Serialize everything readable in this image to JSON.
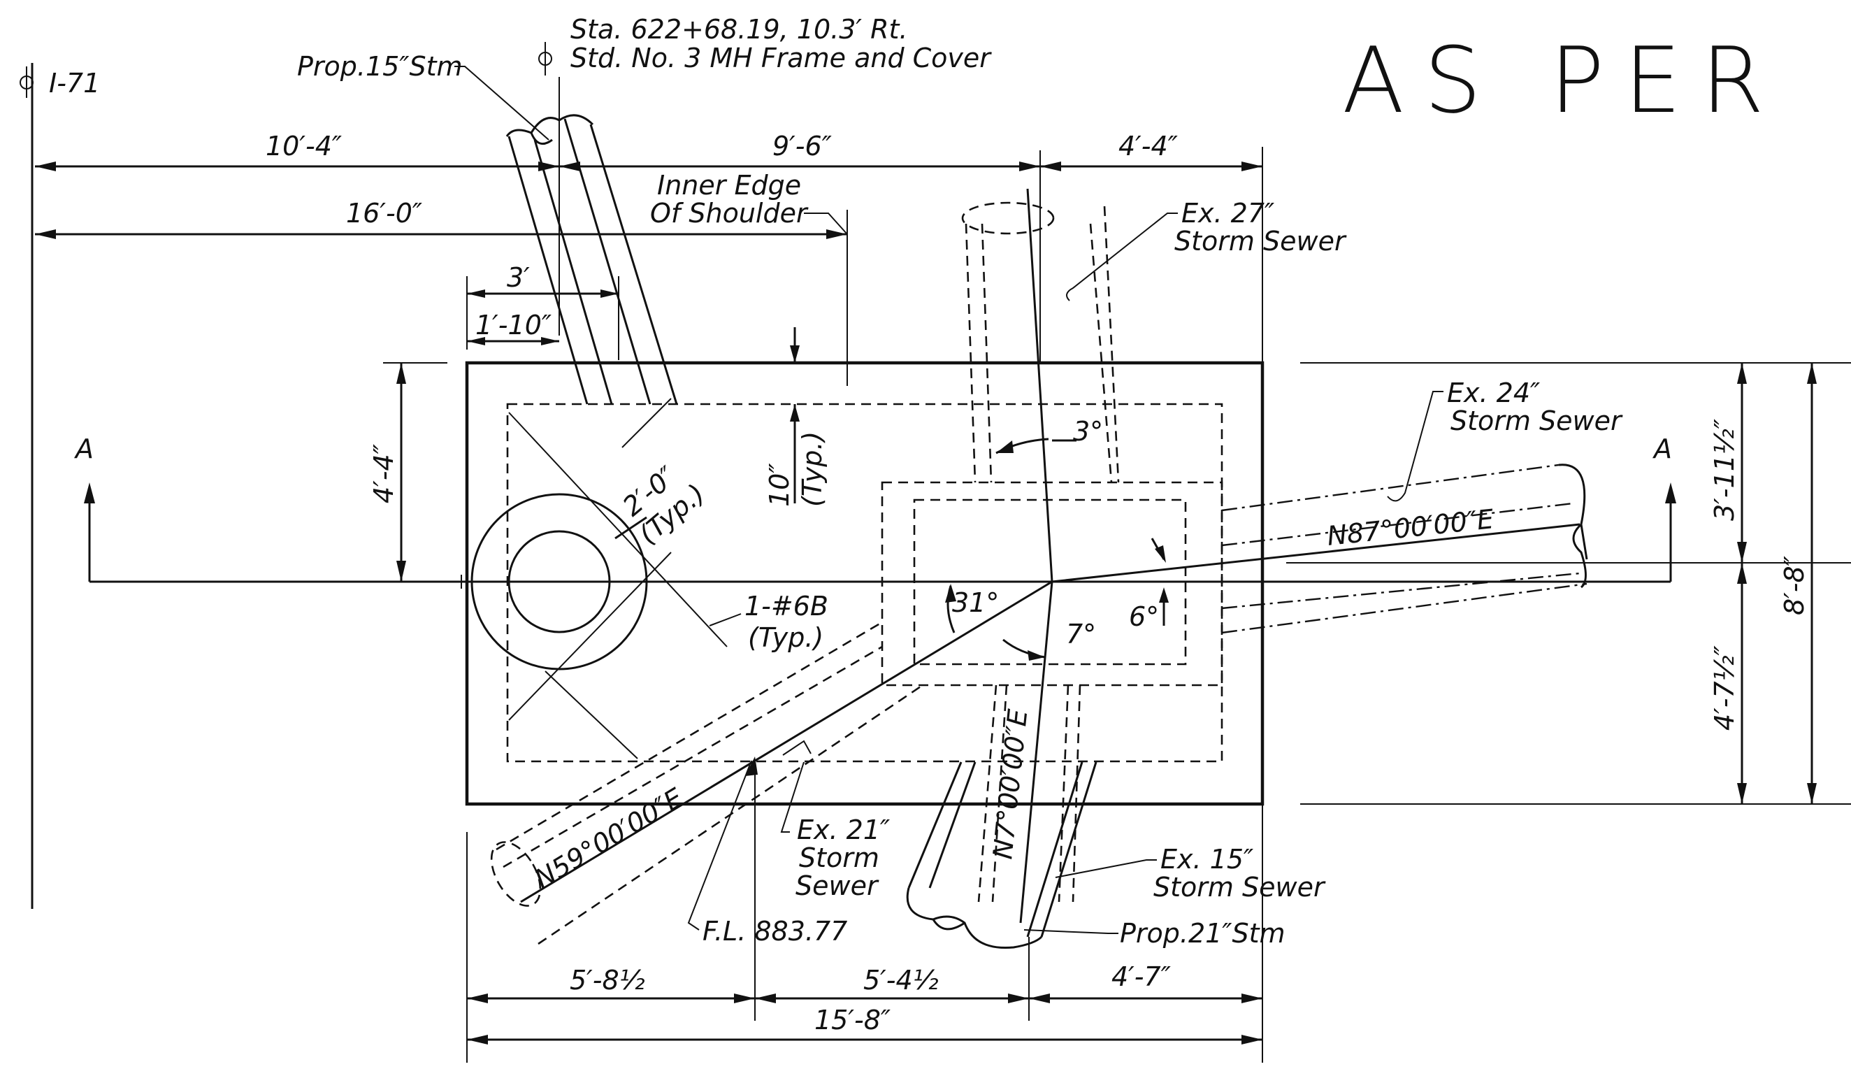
{
  "title": "AS PER",
  "location": {
    "station": "Sta. 622+68.19, 10.3′ Rt.",
    "structure": "Std. No. 3 MH Frame and Cover",
    "centerline_route": "I-71"
  },
  "symbols": {
    "centerline": "centerline-symbol-icon",
    "section_marker": "A"
  },
  "callouts": {
    "prop_15_stm": "Prop.15″Stm",
    "inner_edge_line1": "Inner Edge",
    "inner_edge_line2": "Of Shoulder",
    "ex27_line1": "Ex. 27″",
    "ex27_line2": "Storm Sewer",
    "ex24_line1": "Ex. 24″",
    "ex24_line2": "Storm Sewer",
    "ex21_line1": "Ex. 21″",
    "ex21_line2": "Storm",
    "ex21_line3": "Sewer",
    "ex15_line1": "Ex. 15″",
    "ex15_line2": "Storm Sewer",
    "prop_21_stm": "Prop.21″Stm",
    "flow_line": "F.L. 883.77",
    "rebar_line1": "1-#6B",
    "rebar_line2": "(Typ.)",
    "radius_line1": "2′-0″",
    "radius_line2": "(Typ.)",
    "wall_line1": "10″",
    "wall_line2": "(Typ.)"
  },
  "bearings": {
    "n87": "N87°00′00″E",
    "n59": "N59°00′00″E",
    "n7": "N7°00′00″E"
  },
  "angles": {
    "a3": "3°",
    "a31": "31°",
    "a7": "7°",
    "a6": "6°"
  },
  "dimensions": {
    "d_10_4": "10′-4″",
    "d_9_6": "9′-6″",
    "d_4_4_top": "4′-4″",
    "d_16_0": "16′-0″",
    "d_3": "3′",
    "d_1_10": "1′-10″",
    "d_4_4_left": "4′-4″",
    "d_3_11_half": "3′-11½″",
    "d_4_7_half": "4′-7½″",
    "d_8_8": "8′-8″",
    "d_5_8_half": "5′-8½",
    "d_5_4_half": "5′-4½",
    "d_4_7": "4′-7″",
    "d_15_8": "15′-8″"
  }
}
